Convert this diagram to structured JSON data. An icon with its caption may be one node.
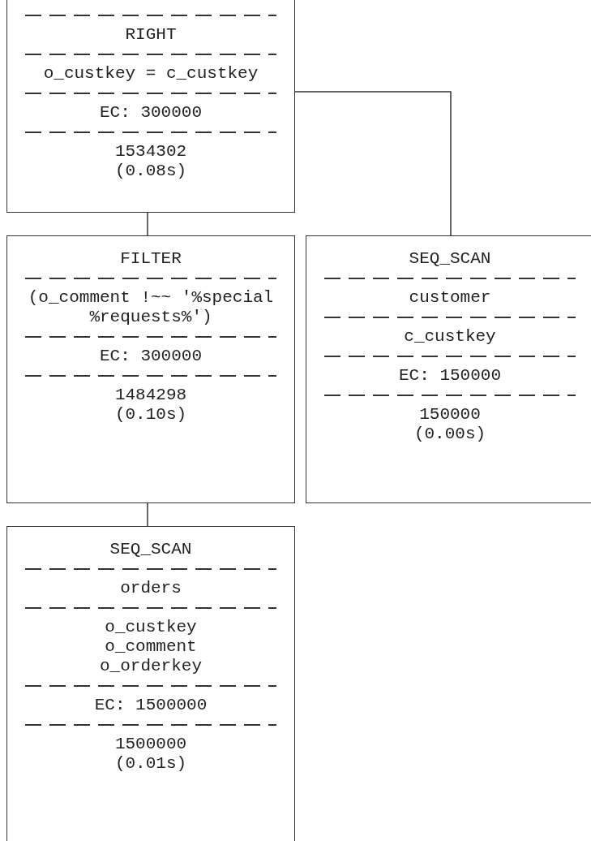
{
  "diagram": {
    "nodes": [
      {
        "text": [
          "RIGHT",
          "o_custkey = c_custkey",
          "EC: 300000",
          "1534302 (0.08s)"
        ]
      },
      {
        "text": [
          "FILTER",
          "(o_comment !~~ '%special %requests%')",
          "EC: 300000",
          "1484298 (0.10s)"
        ]
      },
      {
        "text": [
          "SEQ_SCAN",
          "customer",
          "c_custkey",
          "EC: 150000",
          "150000 (0.00s)"
        ]
      },
      {
        "text": [
          "SEQ_SCAN",
          "orders",
          "o_custkey o_comment o_orderkey",
          "EC: 1500000",
          "1500000 (0.01s)"
        ]
      }
    ],
    "edges": [
      {
        "from": 0,
        "to": 1,
        "arrow": "none"
      },
      {
        "from": 0,
        "to": 2,
        "arrow": "none"
      },
      {
        "from": 1,
        "to": 3,
        "arrow": "none"
      }
    ]
  }
}
